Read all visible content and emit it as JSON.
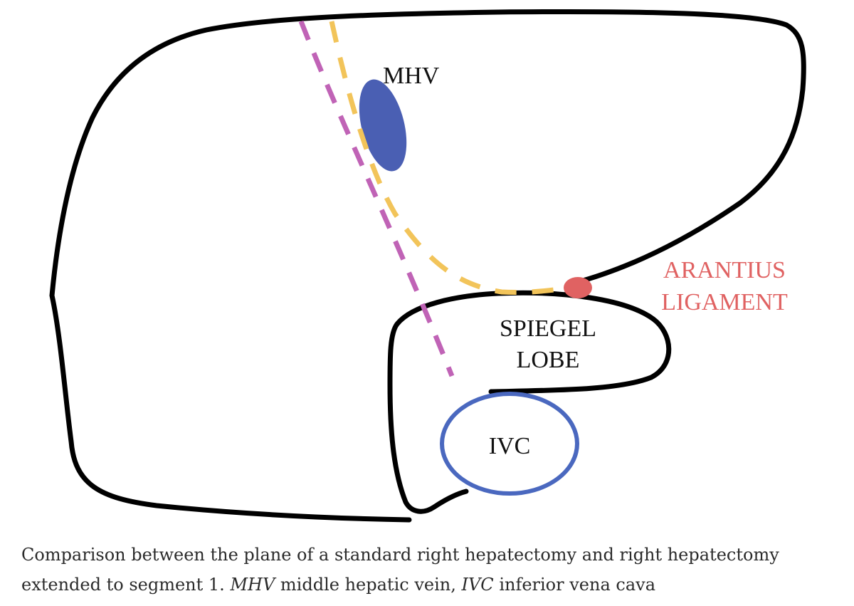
{
  "diagram": {
    "labels": {
      "mhv": "MHV",
      "spiegel_line1": "SPIEGEL",
      "spiegel_line2": "LOBE",
      "ivc": "IVC",
      "arantius_line1": "ARANTIUS",
      "arantius_line2": "LIGAMENT"
    },
    "colors": {
      "outline": "#000000",
      "mhv_fill": "#4a5fb3",
      "ivc_stroke": "#4a68bf",
      "arantius": "#e06262",
      "line_standard": "#c063b6",
      "line_extended": "#f2c45a"
    }
  },
  "caption": {
    "part1": "Comparison between the plane of a standard right hepatectomy and right hepatectomy extended to segment 1.",
    "abbr1": "MHV",
    "def1": "middle hepatic vein,",
    "abbr2": "IVC",
    "def2": "inferior vena cava"
  }
}
